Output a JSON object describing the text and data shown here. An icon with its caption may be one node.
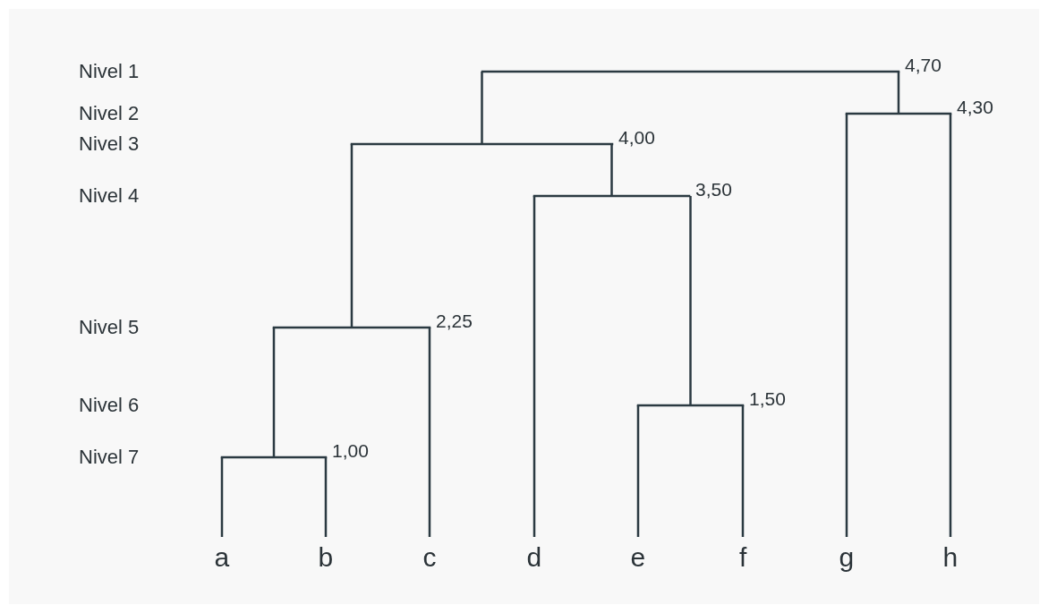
{
  "diagram": {
    "nodes": [
      {
        "text": [],
        "shape": "bar",
        "beside": [
          "4,70"
        ]
      },
      {
        "text": [],
        "shape": "bar",
        "beside": [
          "4,30"
        ]
      },
      {
        "text": [],
        "shape": "bar",
        "beside": [
          "4,00"
        ]
      },
      {
        "text": [],
        "shape": "bar",
        "beside": [
          "3,50"
        ]
      },
      {
        "text": [],
        "shape": "bar",
        "beside": [
          "2,25"
        ]
      },
      {
        "text": [],
        "shape": "bar",
        "beside": [
          "1,50"
        ]
      },
      {
        "text": [],
        "shape": "bar",
        "beside": [
          "1,00"
        ]
      },
      {
        "text": [
          "a"
        ]
      },
      {
        "text": [
          "b"
        ]
      },
      {
        "text": [
          "c"
        ]
      },
      {
        "text": [
          "d"
        ]
      },
      {
        "text": [
          "e"
        ]
      },
      {
        "text": [
          "f"
        ]
      },
      {
        "text": [
          "g"
        ]
      },
      {
        "text": [
          "h"
        ]
      }
    ],
    "edges": [
      {
        "from": 0,
        "to": 2,
        "arrow": "none"
      },
      {
        "from": 0,
        "to": 1,
        "arrow": "none"
      },
      {
        "from": 1,
        "to": 13,
        "arrow": "none"
      },
      {
        "from": 1,
        "to": 14,
        "arrow": "none"
      },
      {
        "from": 2,
        "to": 4,
        "arrow": "none"
      },
      {
        "from": 2,
        "to": 3,
        "arrow": "none"
      },
      {
        "from": 3,
        "to": 10,
        "arrow": "none"
      },
      {
        "from": 3,
        "to": 5,
        "arrow": "none"
      },
      {
        "from": 4,
        "to": 6,
        "arrow": "none"
      },
      {
        "from": 4,
        "to": 9,
        "arrow": "none"
      },
      {
        "from": 5,
        "to": 11,
        "arrow": "none"
      },
      {
        "from": 5,
        "to": 12,
        "arrow": "none"
      },
      {
        "from": 6,
        "to": 7,
        "arrow": "none"
      },
      {
        "from": 6,
        "to": 8,
        "arrow": "none"
      }
    ],
    "labels": [
      "Nivel 1",
      "Nivel 2",
      "Nivel 3",
      "Nivel 4",
      "Nivel 5",
      "Nivel 6",
      "Nivel 7"
    ]
  }
}
